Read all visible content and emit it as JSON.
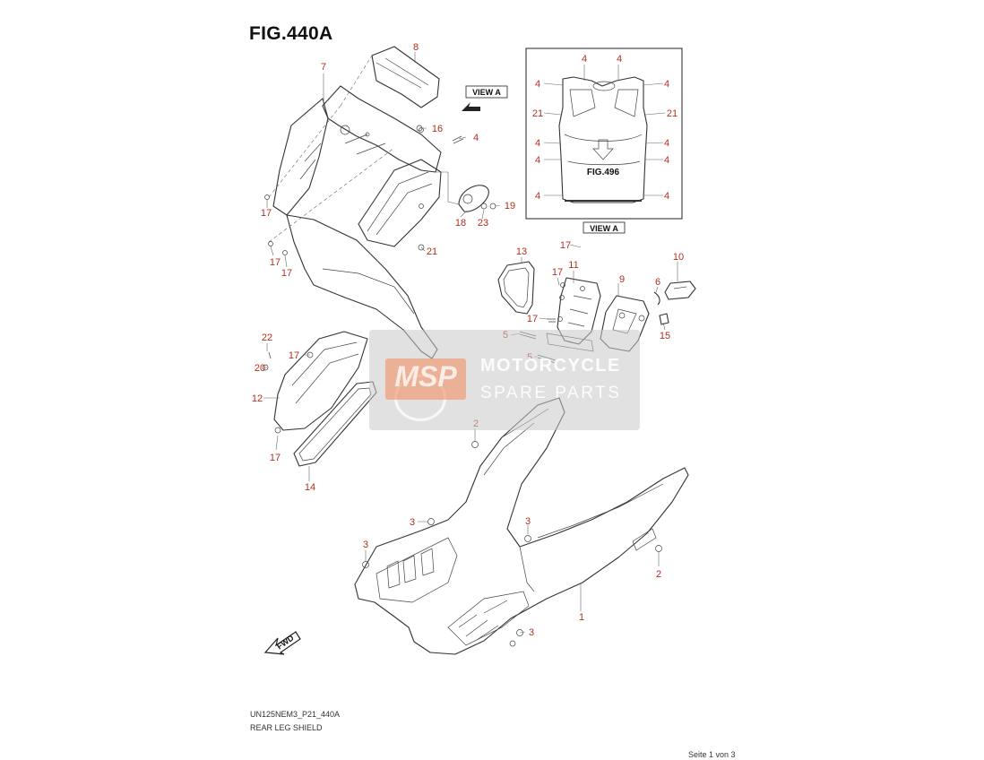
{
  "figure": {
    "title": "FIG.440A"
  },
  "view_box": {
    "label": "VIEW A",
    "ref": "FIG.496"
  },
  "view_arrow": {
    "label": "VIEW A"
  },
  "fwd_label": "FWD",
  "footer": {
    "code": "UN125NEM3_P21_440A",
    "name": "REAR LEG SHIELD",
    "page": "Seite 1 von 3"
  },
  "watermark": {
    "logo": "MSP",
    "line1": "MOTORCYCLE",
    "line2": "SPARE PARTS"
  },
  "callouts": [
    {
      "id": "c8",
      "label": "8"
    },
    {
      "id": "c7",
      "label": "7"
    },
    {
      "id": "c16",
      "label": "16"
    },
    {
      "id": "c4a",
      "label": "4"
    },
    {
      "id": "c17a",
      "label": "17"
    },
    {
      "id": "c18",
      "label": "18"
    },
    {
      "id": "c23",
      "label": "23"
    },
    {
      "id": "c19",
      "label": "19"
    },
    {
      "id": "c17b",
      "label": "17"
    },
    {
      "id": "c17c",
      "label": "17"
    },
    {
      "id": "c21a",
      "label": "21"
    },
    {
      "id": "c13",
      "label": "13"
    },
    {
      "id": "c17d",
      "label": "17"
    },
    {
      "id": "c11",
      "label": "11"
    },
    {
      "id": "c17e",
      "label": "17"
    },
    {
      "id": "c9",
      "label": "9"
    },
    {
      "id": "c10",
      "label": "10"
    },
    {
      "id": "c6",
      "label": "6"
    },
    {
      "id": "c17f",
      "label": "17"
    },
    {
      "id": "c15",
      "label": "15"
    },
    {
      "id": "c5a",
      "label": "5"
    },
    {
      "id": "c5b",
      "label": "5"
    },
    {
      "id": "c22",
      "label": "22"
    },
    {
      "id": "c17g",
      "label": "17"
    },
    {
      "id": "c20",
      "label": "20"
    },
    {
      "id": "c12",
      "label": "12"
    },
    {
      "id": "c17h",
      "label": "17"
    },
    {
      "id": "c14",
      "label": "14"
    },
    {
      "id": "c2a",
      "label": "2"
    },
    {
      "id": "c3a",
      "label": "3"
    },
    {
      "id": "c3b",
      "label": "3"
    },
    {
      "id": "c3c",
      "label": "3"
    },
    {
      "id": "c2b",
      "label": "2"
    },
    {
      "id": "c1",
      "label": "1"
    },
    {
      "id": "c3d",
      "label": "3"
    },
    {
      "id": "v4a",
      "label": "4"
    },
    {
      "id": "v4b",
      "label": "4"
    },
    {
      "id": "v4c",
      "label": "4"
    },
    {
      "id": "v4d",
      "label": "4"
    },
    {
      "id": "v21a",
      "label": "21"
    },
    {
      "id": "v21b",
      "label": "21"
    },
    {
      "id": "v4e",
      "label": "4"
    },
    {
      "id": "v4f",
      "label": "4"
    },
    {
      "id": "v4g",
      "label": "4"
    },
    {
      "id": "v4h",
      "label": "4"
    },
    {
      "id": "v4i",
      "label": "4"
    },
    {
      "id": "v4j",
      "label": "4"
    }
  ]
}
